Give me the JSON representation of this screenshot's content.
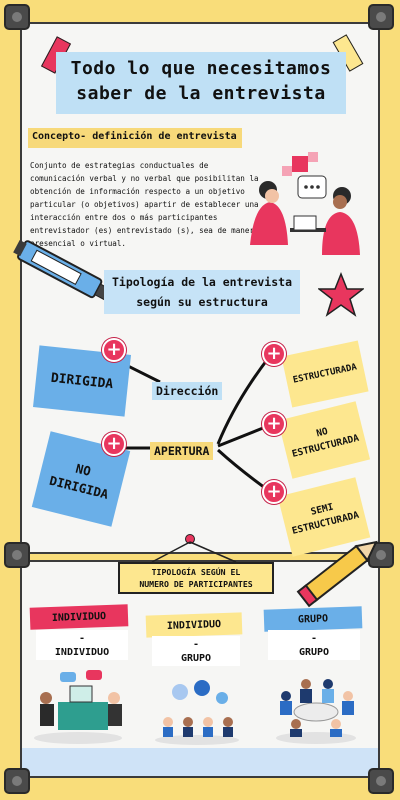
{
  "title": {
    "line1": "Todo lo que necesitamos",
    "line2": "saber de la entrevista"
  },
  "concept": {
    "heading": "Concepto- definición de entrevista",
    "body": "Conjunto de estrategias conductuales de comunicación verbal y no verbal que posibilitan la obtención de información respecto a un objetivo particular (o objetivos) apartir de establecer una interacción entre dos o más participantes entrevistador (es) entrevistado (s), sea de manera presencial o virtual."
  },
  "structure": {
    "heading_line1": "Tipología de la entrevista",
    "heading_line2": "según su estructura",
    "left_notes": [
      "DIRIGIDA",
      "NO DIRIGIDA"
    ],
    "center_labels": [
      "Dirección",
      "APERTURA"
    ],
    "right_notes": [
      "ESTRUCTURADA",
      "NO ESTRUCTURADA",
      "SEMI ESTRUCTURADA"
    ]
  },
  "participants": {
    "heading_line1": "TIPOLOGÍA SEGÚN EL",
    "heading_line2": "NUMERO DE PARTICIPANTES",
    "categories": [
      {
        "top": "INDIVIDUO",
        "dash": "-",
        "bottom": "INDIVIDUO"
      },
      {
        "top": "INDIVIDUO",
        "dash": "-",
        "bottom": "GRUPO"
      },
      {
        "top": "GRUPO",
        "dash": "-",
        "bottom": "GRUPO"
      }
    ]
  },
  "colors": {
    "frame": "#f9dd7a",
    "accent_pink": "#e8365e",
    "note_blue": "#6aafe8",
    "note_yellow": "#fde78f"
  }
}
